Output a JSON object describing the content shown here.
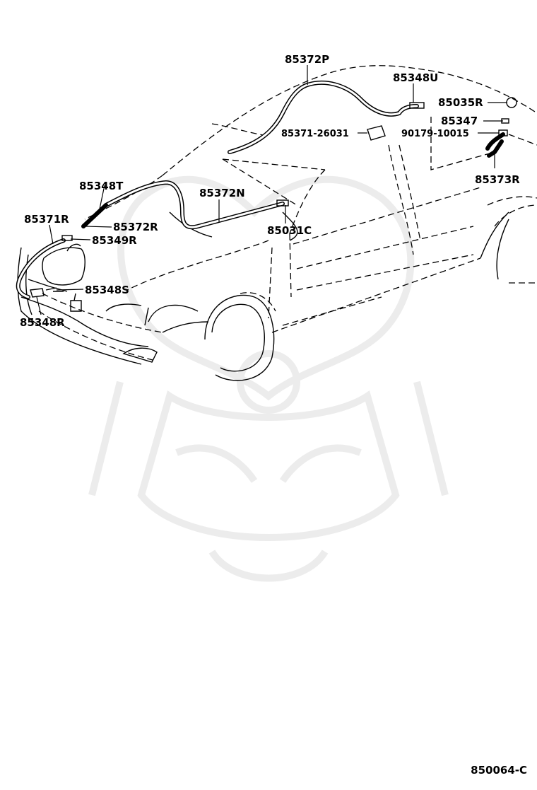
{
  "diagram": {
    "code": "850064-C",
    "parts": [
      {
        "id": "p1",
        "label": "85372P"
      },
      {
        "id": "p2",
        "label": "85348U"
      },
      {
        "id": "p3",
        "label": "85035R"
      },
      {
        "id": "p4",
        "label": "85347"
      },
      {
        "id": "p5",
        "label": "85371-26031"
      },
      {
        "id": "p6",
        "label": "90179-10015"
      },
      {
        "id": "p7",
        "label": "85373R"
      },
      {
        "id": "p8",
        "label": "85348T"
      },
      {
        "id": "p9",
        "label": "85372N"
      },
      {
        "id": "p10",
        "label": "85371R"
      },
      {
        "id": "p11",
        "label": "85372R"
      },
      {
        "id": "p12",
        "label": "85349R"
      },
      {
        "id": "p13",
        "label": "85031C"
      },
      {
        "id": "p14",
        "label": "85348S"
      },
      {
        "id": "p15",
        "label": "85348R"
      }
    ]
  }
}
